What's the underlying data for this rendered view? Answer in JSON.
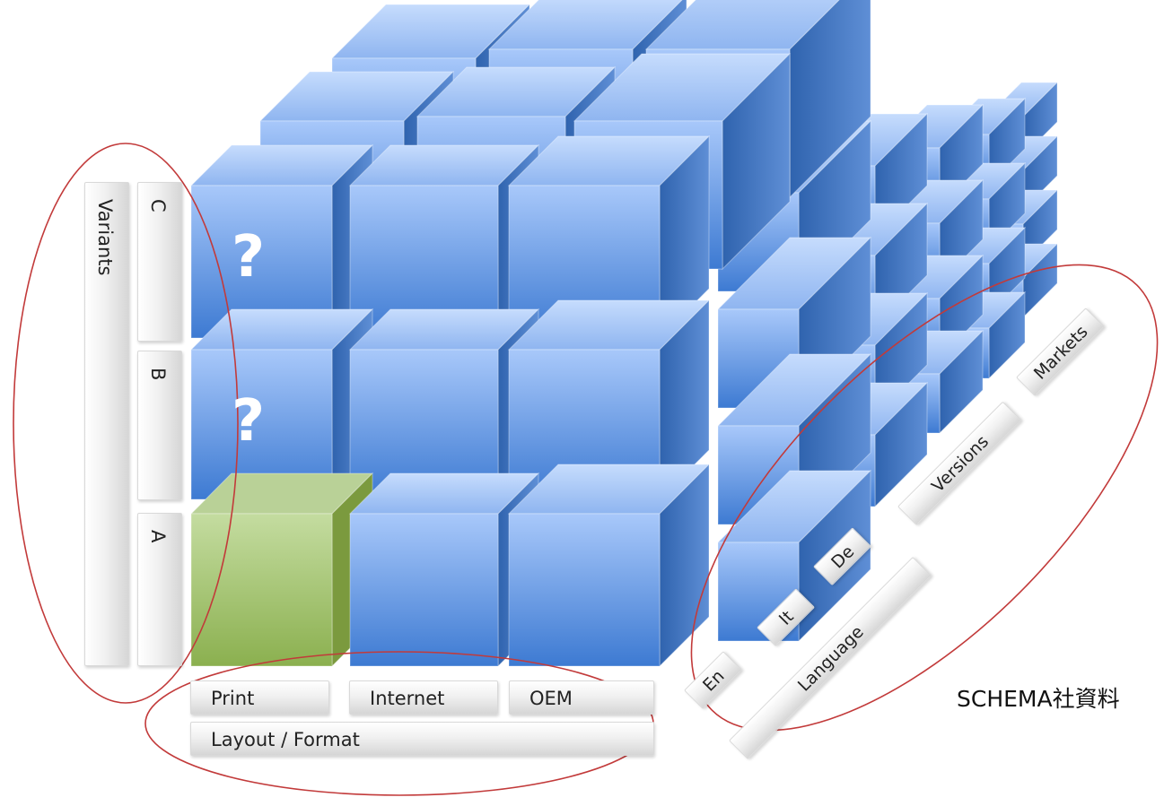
{
  "diagram": {
    "question_mark": "?",
    "variants": {
      "axis_label": "Variants",
      "items": [
        "C",
        "B",
        "A"
      ]
    },
    "layout": {
      "axis_label": "Layout / Format",
      "items": [
        "Print",
        "Internet",
        "OEM"
      ]
    },
    "language": {
      "axis_label": "Language",
      "items": [
        "En",
        "It",
        "De"
      ]
    },
    "versions_label": "Versions",
    "markets_label": "Markets",
    "source_note": "SCHEMA社資料",
    "colors": {
      "cube_front_top": "#a3c4f8",
      "cube_front_bottom": "#3a78cf",
      "cube_top": "#b9d4fb",
      "cube_side": "#3d6fb8",
      "highlight_front": "#a6c46e",
      "highlight_side": "#7b9a3e",
      "ellipse": "#c23a3a"
    }
  }
}
